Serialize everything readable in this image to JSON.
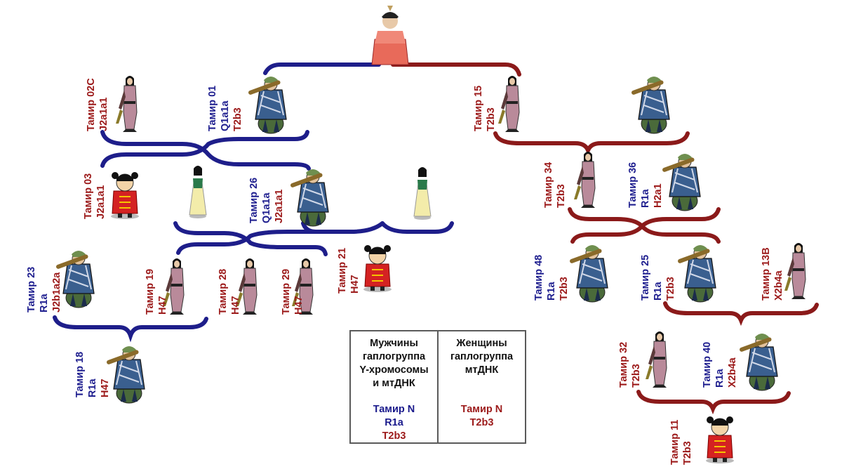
{
  "colors": {
    "male": "#1f1f8f",
    "female": "#9c1a1a",
    "brace_blue": "#1e1e8a",
    "brace_red": "#8b1a1a"
  },
  "people": [
    {
      "id": "p01",
      "lines": [
        {
          "t": "Тамир 01",
          "c": "blue"
        },
        {
          "t": "Q1a1a",
          "c": "blue"
        },
        {
          "t": "T2b3",
          "c": "red"
        }
      ]
    },
    {
      "id": "p02c",
      "lines": [
        {
          "t": "Тамир 02C",
          "c": "red"
        },
        {
          "t": "J2a1a1",
          "c": "red"
        }
      ]
    },
    {
      "id": "p03",
      "lines": [
        {
          "t": "Тамир 03",
          "c": "red"
        },
        {
          "t": "J2a1a1",
          "c": "red"
        }
      ]
    },
    {
      "id": "p26",
      "lines": [
        {
          "t": "Тамир 26",
          "c": "blue"
        },
        {
          "t": "Q1a1a",
          "c": "blue"
        },
        {
          "t": "J2a1a1",
          "c": "red"
        }
      ]
    },
    {
      "id": "p23",
      "lines": [
        {
          "t": "Тамир 23",
          "c": "blue"
        },
        {
          "t": "R1a",
          "c": "blue"
        },
        {
          "t": "J2b1a2a",
          "c": "red"
        }
      ]
    },
    {
      "id": "p19",
      "lines": [
        {
          "t": "Тамир 19",
          "c": "red"
        },
        {
          "t": "H47",
          "c": "red"
        }
      ]
    },
    {
      "id": "p28",
      "lines": [
        {
          "t": "Тамир 28",
          "c": "red"
        },
        {
          "t": "H47",
          "c": "red"
        }
      ]
    },
    {
      "id": "p29",
      "lines": [
        {
          "t": "Тамир 29",
          "c": "red"
        },
        {
          "t": "H47",
          "c": "red"
        }
      ]
    },
    {
      "id": "p21",
      "lines": [
        {
          "t": "Тамир 21",
          "c": "red"
        },
        {
          "t": "H47",
          "c": "red"
        }
      ]
    },
    {
      "id": "p18",
      "lines": [
        {
          "t": "Тамир 18",
          "c": "blue"
        },
        {
          "t": "R1a",
          "c": "blue"
        },
        {
          "t": "H47",
          "c": "red"
        }
      ]
    },
    {
      "id": "p15",
      "lines": [
        {
          "t": "Тамир 15",
          "c": "red"
        },
        {
          "t": "T2b3",
          "c": "red"
        }
      ]
    },
    {
      "id": "p34",
      "lines": [
        {
          "t": "Тамир 34",
          "c": "red"
        },
        {
          "t": "T2b3",
          "c": "red"
        }
      ]
    },
    {
      "id": "p36",
      "lines": [
        {
          "t": "Тамир 36",
          "c": "blue"
        },
        {
          "t": "R1a",
          "c": "blue"
        },
        {
          "t": "H2a1",
          "c": "red"
        }
      ]
    },
    {
      "id": "p48",
      "lines": [
        {
          "t": "Тамир 48",
          "c": "blue"
        },
        {
          "t": "R1a",
          "c": "blue"
        },
        {
          "t": "T2b3",
          "c": "red"
        }
      ]
    },
    {
      "id": "p25",
      "lines": [
        {
          "t": "Тамир 25",
          "c": "blue"
        },
        {
          "t": "R1a",
          "c": "blue"
        },
        {
          "t": "T2b3",
          "c": "red"
        }
      ]
    },
    {
      "id": "p13b",
      "lines": [
        {
          "t": "Тамир 13B",
          "c": "red"
        },
        {
          "t": "X2b4a",
          "c": "red"
        }
      ]
    },
    {
      "id": "p32",
      "lines": [
        {
          "t": "Тамир 32",
          "c": "red"
        },
        {
          "t": "T2b3",
          "c": "red"
        }
      ]
    },
    {
      "id": "p40",
      "lines": [
        {
          "t": "Тамир 40",
          "c": "blue"
        },
        {
          "t": "R1a",
          "c": "blue"
        },
        {
          "t": "X2b4a",
          "c": "red"
        }
      ]
    },
    {
      "id": "p11",
      "lines": [
        {
          "t": "Тамир 11",
          "c": "red"
        },
        {
          "t": "T2b3",
          "c": "red"
        }
      ]
    }
  ],
  "legend": {
    "men": {
      "l1": "Мужчины",
      "l2": "гаплогруппа",
      "l3": "Y-хромосомы",
      "l4": "и мтДНК",
      "ex_name": "Тамир N",
      "ex_y": "R1a",
      "ex_mt": "T2b3"
    },
    "women": {
      "l1": "Женщины",
      "l2": "гаплогруппа",
      "l3": "мтДНК",
      "ex_name": "Тамир N",
      "ex_mt": "T2b3"
    }
  }
}
